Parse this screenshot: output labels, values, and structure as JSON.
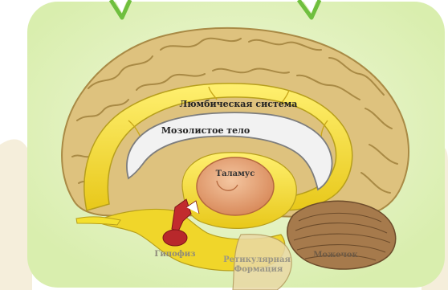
{
  "labels": {
    "limbic": "Люмбическая система",
    "corpus": "Мозолистое тело",
    "thalamus": "Таламус",
    "pituitary": "Гипофиз",
    "reticular_line1": "Ретикулярная",
    "reticular_line2": "Формация",
    "cerebellum": "Можечок"
  },
  "colors": {
    "panel": "#e6f3c4",
    "cortex": "#dec27e",
    "cortex_dark": "#a98a45",
    "limbic": "#f4e02e",
    "limbic_edge": "#b79f1c",
    "corpus": "#f2f2f2",
    "thalamus": "#e9a97d",
    "pituitary": "#b8282b",
    "cerebellum": "#a67a4c",
    "arrow": "#6fbf3e"
  },
  "icons": [
    "chevron-arrow-left",
    "chevron-arrow-right"
  ]
}
